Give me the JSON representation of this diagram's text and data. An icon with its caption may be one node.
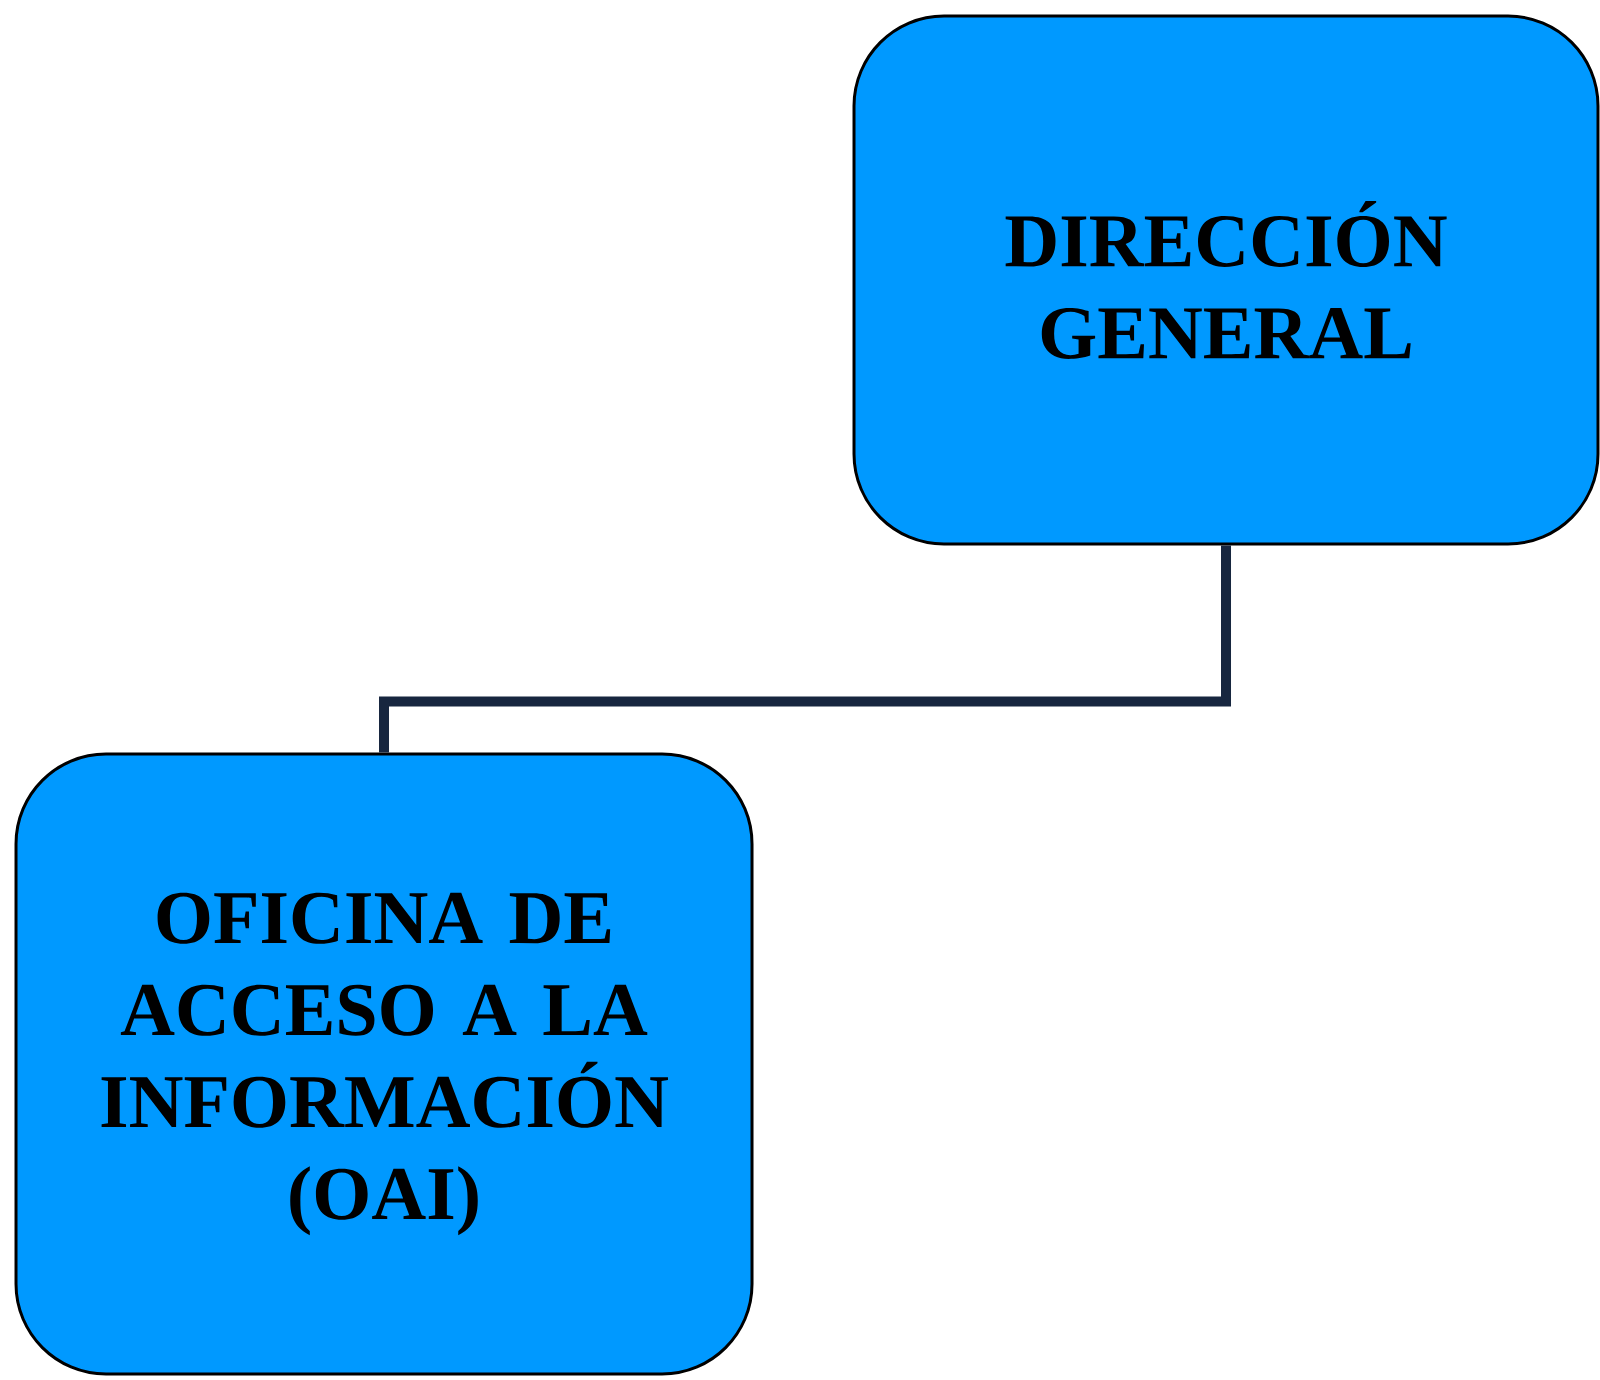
{
  "diagram": {
    "nodes": [
      {
        "text": [
          "DIRECCIÓN GENERAL"
        ]
      },
      {
        "text": [
          "OFICINA DE ACCESO A LA INFORMACIÓN (OAI)"
        ]
      }
    ],
    "edges": [
      {
        "from": 0,
        "to": 1,
        "arrow": "none"
      }
    ]
  }
}
